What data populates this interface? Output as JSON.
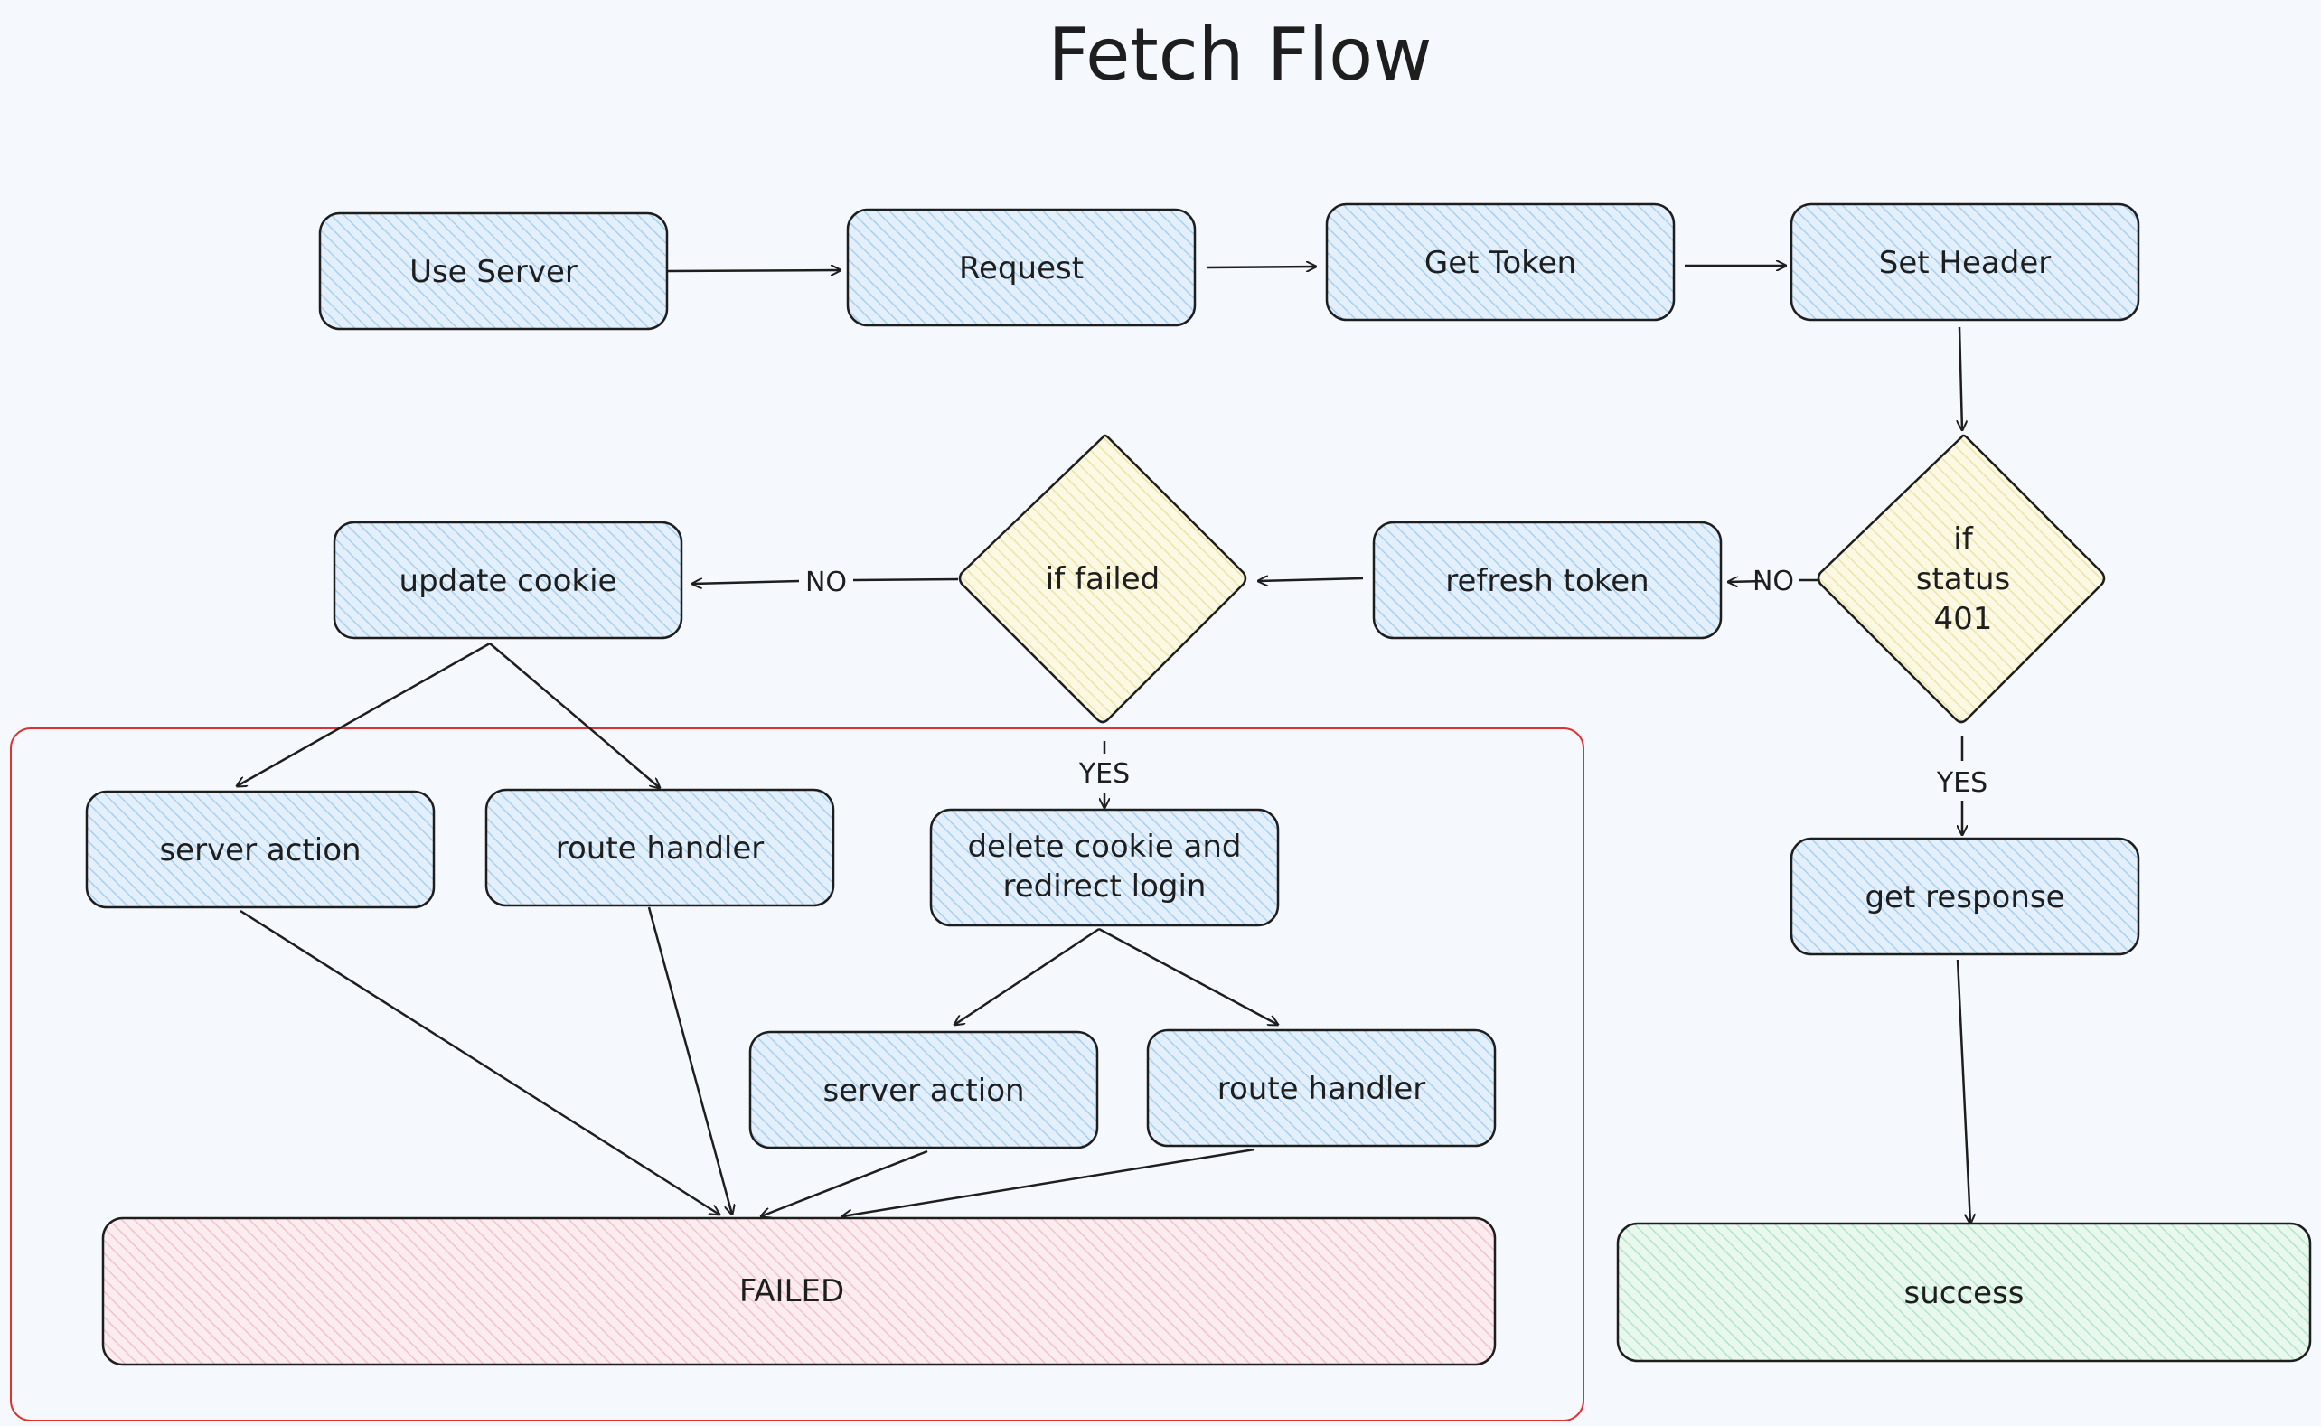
{
  "title": "Fetch Flow",
  "colors": {
    "process_fill": "#c7e3f8",
    "decision_fill": "#f6f1c7",
    "failed_fill": "#f7d3da",
    "success_fill": "#c9efd7",
    "stroke": "#1e1e1e",
    "group_stroke": "#e03131",
    "background": "#f5f9fd"
  },
  "nodes": {
    "use_server": "Use Server",
    "request": "Request",
    "get_token": "Get Token",
    "set_header": "Set Header",
    "if_status_401": [
      "if",
      "status",
      "401"
    ],
    "refresh_token": "refresh token",
    "if_failed": "if failed",
    "update_cookie": "update cookie",
    "server_action_1": "server action",
    "route_handler_1": "route handler",
    "delete_cookie": [
      "delete cookie and",
      "redirect login"
    ],
    "server_action_2": "server action",
    "route_handler_2": "route handler",
    "failed": "FAILED",
    "get_response": "get response",
    "success": "success"
  },
  "edge_labels": {
    "status_no": "NO",
    "status_yes": "YES",
    "failed_no": "NO",
    "failed_yes": "YES"
  }
}
